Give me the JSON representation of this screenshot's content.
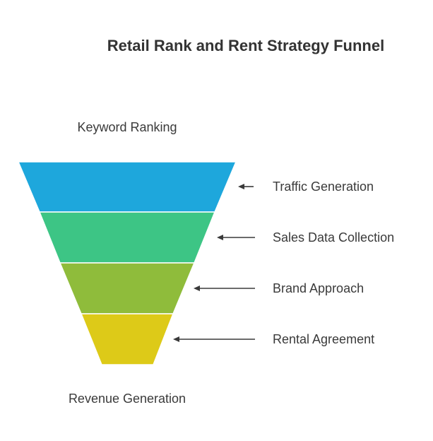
{
  "title": "Retail Rank and Rent Strategy Funnel",
  "top_label": "Keyword Ranking",
  "bottom_label": "Revenue Generation",
  "stages": [
    {
      "label": "Traffic Generation",
      "color": "#1ea7dc"
    },
    {
      "label": "Sales Data Collection",
      "color": "#3dc585"
    },
    {
      "label": "Brand Approach",
      "color": "#8fbc3b"
    },
    {
      "label": "Rental Agreement",
      "color": "#ddca18"
    }
  ],
  "colors": {
    "text": "#3a3a3a",
    "arrow": "#3a3a3a"
  }
}
